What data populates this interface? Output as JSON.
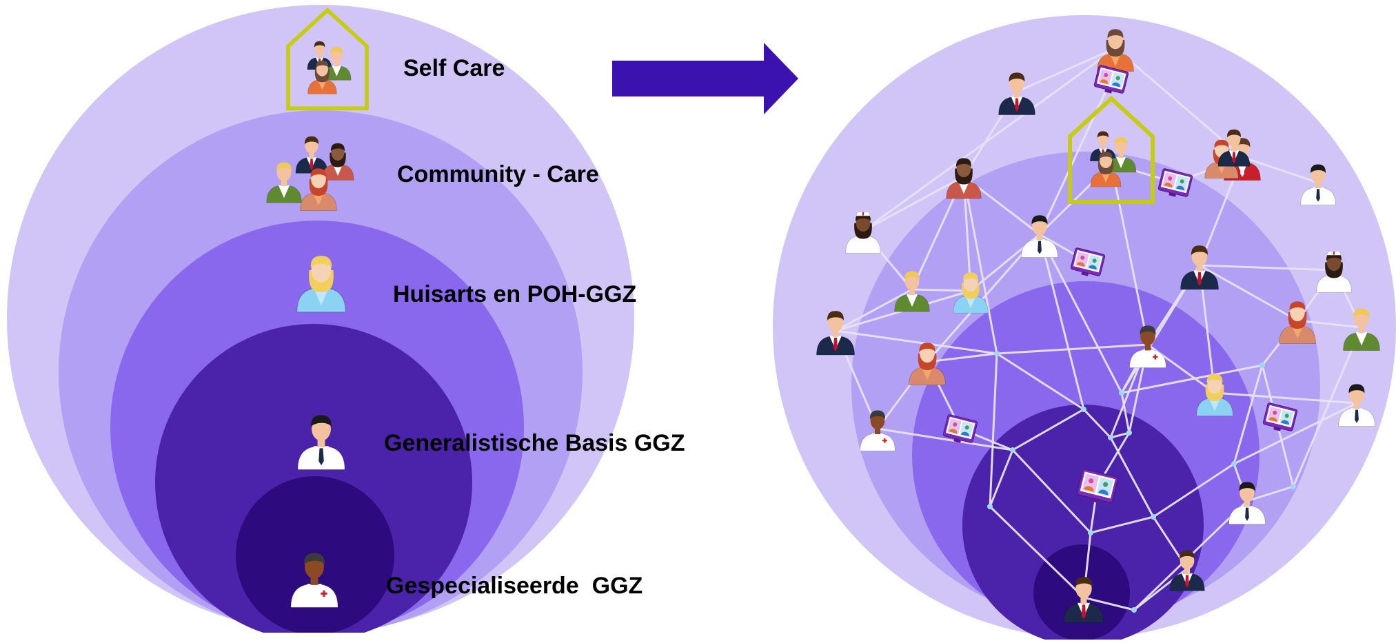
{
  "colors": {
    "ring1": "#d1c5f7",
    "ring2": "#b1a0f3",
    "ring3": "#8a68ee",
    "ring4": "#4b22aa",
    "ring5": "#2d0b7e",
    "arrow": "#3b12b0",
    "home": "#c6cc12",
    "edge": "#e7e3f5",
    "node": "#9fd8f2"
  },
  "left": {
    "levels": [
      {
        "label": "Self Care",
        "icon": "family-home-icon"
      },
      {
        "label": "Community - Care",
        "icon": "community-group-icon"
      },
      {
        "label": "Huisarts en POH-GGZ",
        "icon": "female-doctor-icon"
      },
      {
        "label": "Generalistische Basis GGZ",
        "icon": "male-professional-icon"
      },
      {
        "label": "Gespecialiseerde  GGZ",
        "icon": "specialist-doctor-icon"
      }
    ]
  },
  "transition_arrow": "right-arrow-icon",
  "right": {
    "title": "",
    "description": "network of care"
  }
}
